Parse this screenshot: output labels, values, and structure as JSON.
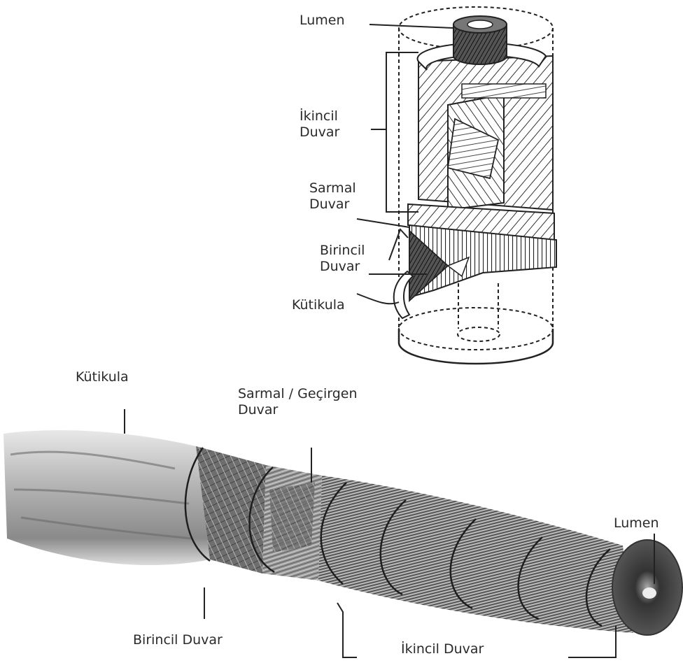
{
  "top_diagram": {
    "labels": {
      "lumen": "Lumen",
      "secondary_wall": [
        "İkincil",
        "Duvar"
      ],
      "spiral_wall": [
        "Sarmal",
        "Duvar"
      ],
      "primary_wall": [
        "Birincil",
        "Duvar"
      ],
      "cuticle": "Kütikula"
    }
  },
  "bottom_micrograph": {
    "labels": {
      "cuticle": "Kütikula",
      "spiral_permeable_wall": [
        "Sarmal / Geçirgen",
        "Duvar"
      ],
      "lumen": "Lumen",
      "primary_wall": "Birincil Duvar",
      "secondary_wall": "İkincil Duvar"
    }
  },
  "colors": {
    "ink": "#2a2a2a",
    "fiber_dark": "#5a5a5a",
    "fiber_light": "#d8d8d8"
  }
}
